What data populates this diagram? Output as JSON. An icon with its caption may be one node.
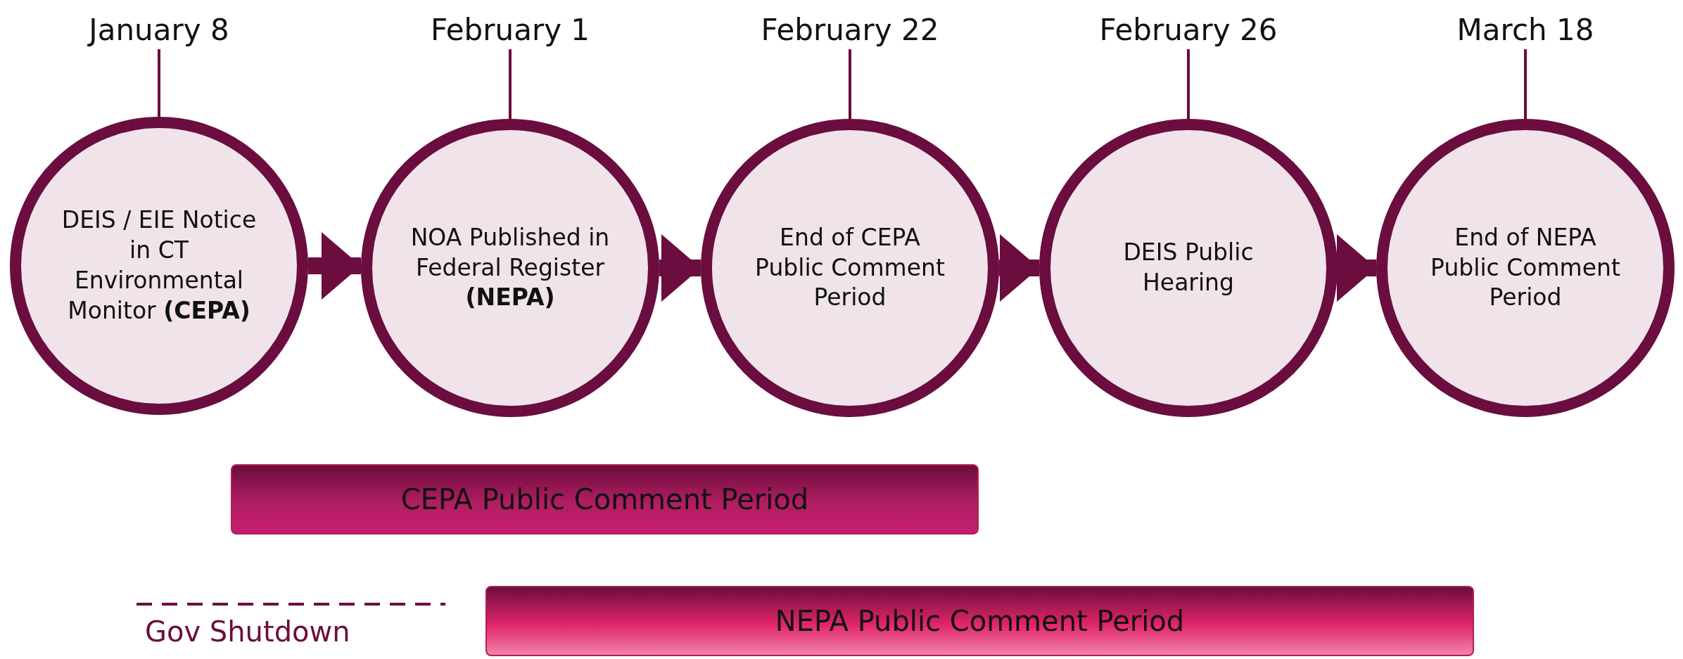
{
  "diagram": {
    "nodes": [
      {
        "text": [
          "DEIS / EIE Notice in CT Environmental Monitor **(CEPA)**"
        ],
        "beside": [
          "January 8"
        ]
      },
      {
        "text": [
          "NOA Published in Federal Register **(NEPA)**"
        ],
        "beside": [
          "February 1"
        ]
      },
      {
        "text": [
          "End of CEPA Public Comment Period"
        ],
        "beside": [
          "February 22"
        ]
      },
      {
        "text": [
          "DEIS Public Hearing"
        ],
        "beside": [
          "February 26"
        ]
      },
      {
        "text": [
          "End of NEPA Public Comment Period"
        ],
        "beside": [
          "March 18"
        ]
      },
      {
        "text": [
          "CEPA Public Comment Period"
        ]
      },
      {
        "text": [
          "NEPA Public Comment Period"
        ]
      }
    ],
    "edges": [
      {
        "from": 0,
        "to": 1,
        "arrow": "to"
      },
      {
        "from": 1,
        "to": 2,
        "arrow": "to"
      },
      {
        "from": 2,
        "to": 3,
        "arrow": "to"
      },
      {
        "from": 3,
        "to": 4,
        "arrow": "to"
      }
    ],
    "legend": [
      {
        "text": "Gov Shutdown"
      }
    ]
  }
}
